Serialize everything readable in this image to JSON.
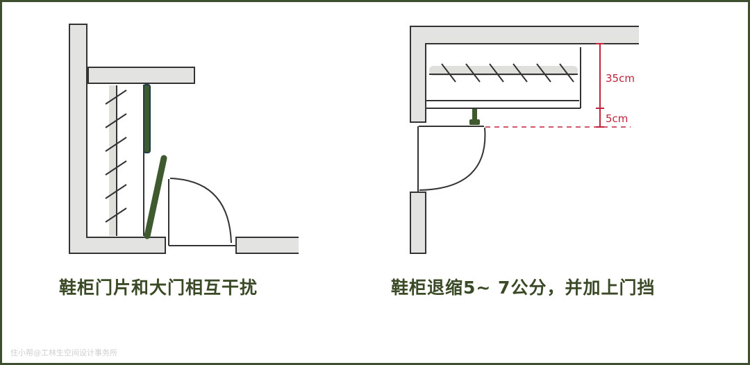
{
  "left_caption": "鞋柜门片和大门相互干扰",
  "right_caption": "鞋柜退缩5~ 7公分，并加上门挡",
  "dimensions": {
    "upper": "35cm",
    "lower": "5cm"
  },
  "watermark": "住小帮@工林生空间设计事务所",
  "colors": {
    "border": "#3e4f2f",
    "text": "#3b4a26",
    "wall": "#e3e4e1",
    "panel": "#3f5a2e",
    "dimension": "#c0223a"
  }
}
